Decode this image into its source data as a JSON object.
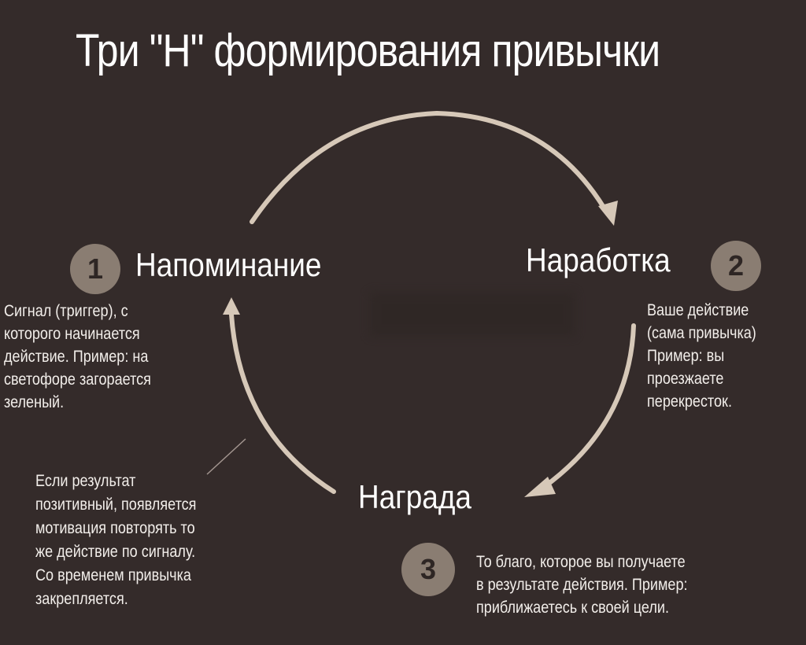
{
  "title": "Три \"Н\" формирования привычки",
  "colors": {
    "background": "#342b2a",
    "arrow": "#d6c8b8",
    "badge": "#8a7d72",
    "badge_text": "#2e2624",
    "text": "#ffffff"
  },
  "steps": [
    {
      "number": "1",
      "heading": "Напоминание",
      "description_lines": [
        "Сигнал (триггер), с",
        "которого начинается",
        "действие. Пример: на",
        "светофоре загорается",
        "зеленый."
      ]
    },
    {
      "number": "2",
      "heading": "Наработка",
      "description_lines": [
        "Ваше действие",
        "(сама привычка)",
        "Пример: вы",
        "проезжаете",
        "перекресток."
      ]
    },
    {
      "number": "3",
      "heading": "Награда",
      "description_lines": [
        "То благо, которое вы получаете",
        "в результате действия. Пример:",
        "приближаетесь к своей цели."
      ]
    }
  ],
  "feedback_note": {
    "lines": [
      "Если результат",
      "позитивный, появляется",
      "мотивация повторять то",
      "же действие по сигналу.",
      "Со временем привычка",
      "закрепляется."
    ]
  },
  "cycle_arrows": [
    {
      "from": "Напоминание",
      "to": "Наработка"
    },
    {
      "from": "Наработка",
      "to": "Награда"
    },
    {
      "from": "Награда",
      "to": "Напоминание"
    }
  ]
}
